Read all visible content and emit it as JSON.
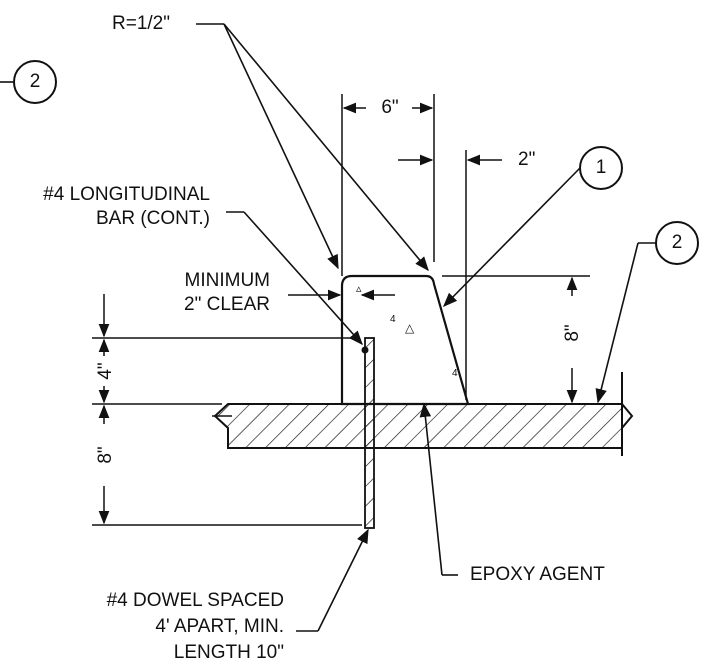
{
  "labels": {
    "radius": "R=1/2\"",
    "callout_2_left": "2",
    "callout_1": "1",
    "callout_2_right": "2",
    "dim_top_width": "6\"",
    "dim_batter": "2\"",
    "longitudinal_bar_line1": "#4 LONGITUDINAL",
    "longitudinal_bar_line2": "BAR (CONT.)",
    "min_clear_line1": "MINIMUM",
    "min_clear_line2": "2\" CLEAR",
    "dim_curb_height": "8\"",
    "dim_embed_upper": "4\"",
    "dim_embed_lower": "8\"",
    "epoxy": "EPOXY AGENT",
    "dowel_line1": "#4 DOWEL SPACED",
    "dowel_line2": "4' APART, MIN.",
    "dowel_line3": "LENGTH 10\""
  },
  "colors": {
    "ink": "#111111",
    "background": "#ffffff"
  }
}
